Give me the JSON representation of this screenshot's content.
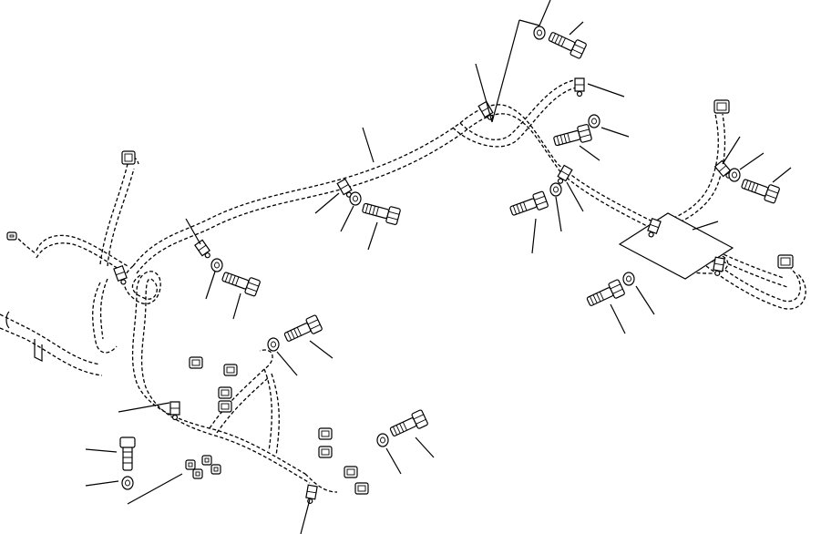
{
  "diagram": {
    "type": "exploded parts view",
    "subject_icon": "wiring-harness-icon",
    "parts": {
      "bolts": 9,
      "washers": 9,
      "clamps": 9,
      "connectors": 12,
      "mounting_plate": 1
    },
    "printed_text": []
  }
}
